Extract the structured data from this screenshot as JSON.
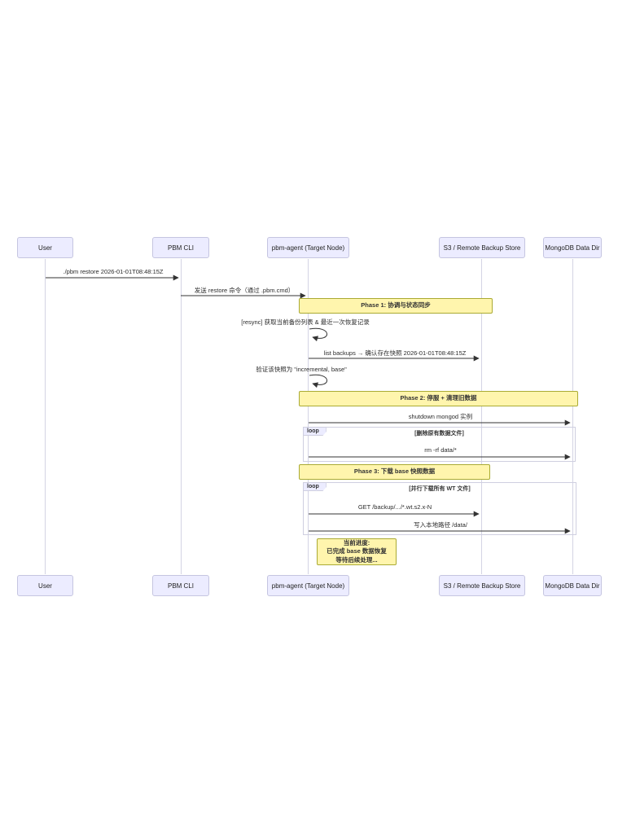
{
  "diagram": {
    "type": "sequence",
    "participants": [
      {
        "label": "User"
      },
      {
        "label": "PBM CLI"
      },
      {
        "label": "pbm-agent (Target Node)"
      },
      {
        "label": "S3 / Remote Backup Store"
      },
      {
        "label": "MongoDB Data Dir"
      }
    ],
    "messages": {
      "m1": "./pbm restore 2026-01-01T08:48:15Z",
      "m2": "发送 restore 命令（通过 .pbm.cmd）",
      "m3": "[resync] 获取当前备份列表 & 最近一次恢复记录",
      "m4": "list backups → 确认存在快照 2026-01-01T08:48:15Z",
      "m5": "验证该快照为 \"incremental, base\"",
      "m6": "shutdown mongod 实例",
      "m7": "rm -rf data/*",
      "m8": "GET /backup/.../*.wt.s2.x-N",
      "m9": "写入本地路径 /data/"
    },
    "notes": {
      "phase1": "Phase 1: 协调与状态同步",
      "phase2": "Phase 2: 停服 + 清理旧数据",
      "phase3": "Phase 3: 下载 base 快照数据",
      "progress": {
        "line1": "当前进度:",
        "line2": "已完成 base 数据恢复",
        "line3": "等待后续处理..."
      }
    },
    "loops": {
      "loop1": {
        "label": "loop",
        "condition": "[删除原有数据文件]"
      },
      "loop2": {
        "label": "loop",
        "condition": "[并行下载所有 WT 文件]"
      }
    },
    "colors": {
      "actor_fill": "#ECECFF",
      "actor_border": "#c5c5e0",
      "note_fill": "#FFF5AD",
      "note_border": "#AAAA33",
      "arrow": "#333333",
      "lifeline": "#d4d4e4"
    }
  }
}
